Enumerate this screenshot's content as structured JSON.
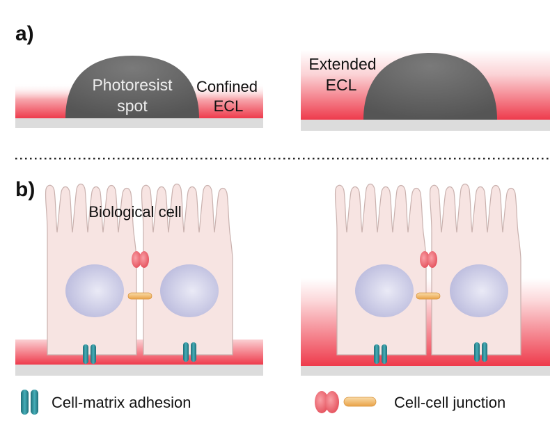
{
  "panels": {
    "a_label": "a)",
    "b_label": "b)"
  },
  "panel_a": {
    "spot_line1": "Photoresist",
    "spot_line2": "spot",
    "confined_line1": "Confined",
    "confined_line2": "ECL",
    "extended_line1": "Extended",
    "extended_line2": "ECL"
  },
  "panel_b": {
    "cell_label": "Biological cell"
  },
  "legend": {
    "cell_matrix": "Cell-matrix adhesion",
    "cell_cell": "Cell-cell junction"
  },
  "colors": {
    "ecl_red": "#ee3b4c",
    "spot_gray": "#676767",
    "substrate": "#dcdcdc",
    "cell_fill": "#f7e4e2",
    "cell_stroke": "#c9b1ae",
    "nucleus": "#c9c9e6",
    "adhesion_teal": "#2e8f99",
    "junction_red": "#ef6670",
    "junction_orange": "#f2b968"
  }
}
